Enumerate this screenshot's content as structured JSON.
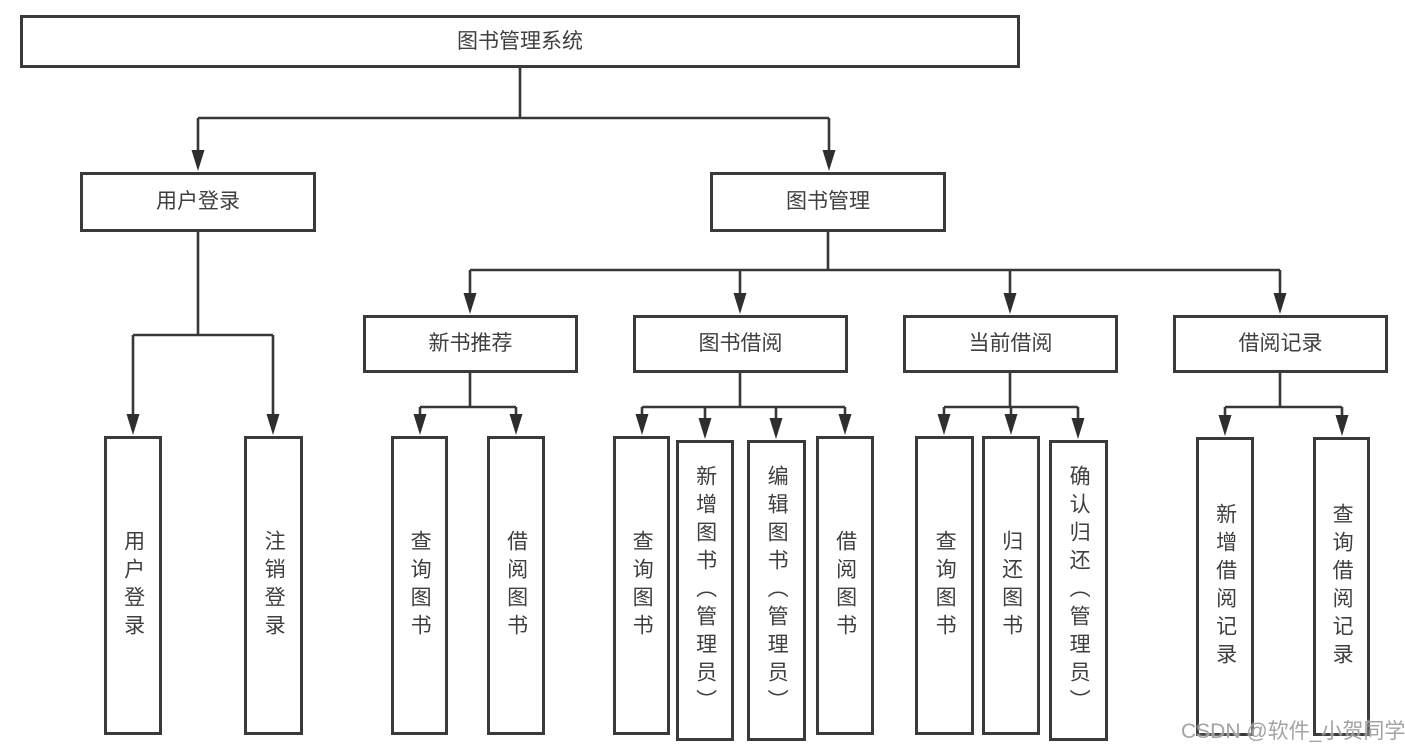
{
  "diagram": {
    "title": "图书管理系统",
    "branches": [
      {
        "label": "用户登录",
        "children": [
          {
            "label": "用户登录"
          },
          {
            "label": "注销登录"
          }
        ]
      },
      {
        "label": "图书管理",
        "children": [
          {
            "label": "新书推荐",
            "children": [
              {
                "label": "查询图书"
              },
              {
                "label": "借阅图书"
              }
            ]
          },
          {
            "label": "图书借阅",
            "children": [
              {
                "label": "查询图书"
              },
              {
                "label": "新增图书（管理员）"
              },
              {
                "label": "编辑图书（管理员）"
              },
              {
                "label": "借阅图书"
              }
            ]
          },
          {
            "label": "当前借阅",
            "children": [
              {
                "label": "查询图书"
              },
              {
                "label": "归还图书"
              },
              {
                "label": "确认归还（管理员）"
              }
            ]
          },
          {
            "label": "借阅记录",
            "children": [
              {
                "label": "新增借阅记录"
              },
              {
                "label": "查询借阅记录"
              }
            ]
          }
        ]
      }
    ]
  },
  "watermark": {
    "text": "CSDN @软件_小贺同学"
  },
  "colors": {
    "line": "#383838",
    "box_border": "#3a3a3a",
    "text": "#3f3f3f",
    "watermark": "#9b9b9b",
    "background": "#ffffff"
  }
}
